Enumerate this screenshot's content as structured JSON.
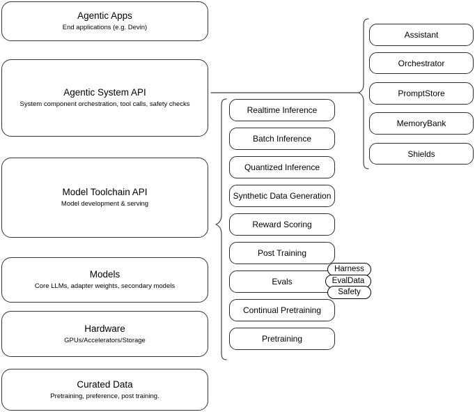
{
  "diagram": {
    "title": "AI Stack Layers Diagram",
    "stroke_color": "#3a3a3a",
    "background_color": "#ffffff"
  },
  "stack_layers": [
    {
      "title": "Agentic Apps",
      "subtitle": "End applications (e.g. Devin)"
    },
    {
      "title": "Agentic System API",
      "subtitle": "System component orchestration, tool calls, safety checks"
    },
    {
      "title": "Model Toolchain API",
      "subtitle": "Model development & serving"
    },
    {
      "title": "Models",
      "subtitle": "Core LLMs, adapter weights, secondary models"
    },
    {
      "title": "Hardware",
      "subtitle": "GPUs/Accelerators/Storage"
    },
    {
      "title": "Curated Data",
      "subtitle": "Pretraining, preference, post training."
    }
  ],
  "toolchain_components": [
    {
      "label": "Realtime Inference"
    },
    {
      "label": "Batch Inference"
    },
    {
      "label": "Quantized Inference"
    },
    {
      "label": "Synthetic Data Generation"
    },
    {
      "label": "Reward Scoring"
    },
    {
      "label": "Post Training"
    },
    {
      "label": "Evals"
    },
    {
      "label": "Continual Pretraining"
    },
    {
      "label": "Pretraining"
    }
  ],
  "agentic_components": [
    {
      "label": "Assistant"
    },
    {
      "label": "Orchestrator"
    },
    {
      "label": "PromptStore"
    },
    {
      "label": "MemoryBank"
    },
    {
      "label": "Shields"
    }
  ],
  "evals_subcomponents": [
    {
      "label": "Harness"
    },
    {
      "label": "EvalData"
    },
    {
      "label": "Safety"
    }
  ]
}
